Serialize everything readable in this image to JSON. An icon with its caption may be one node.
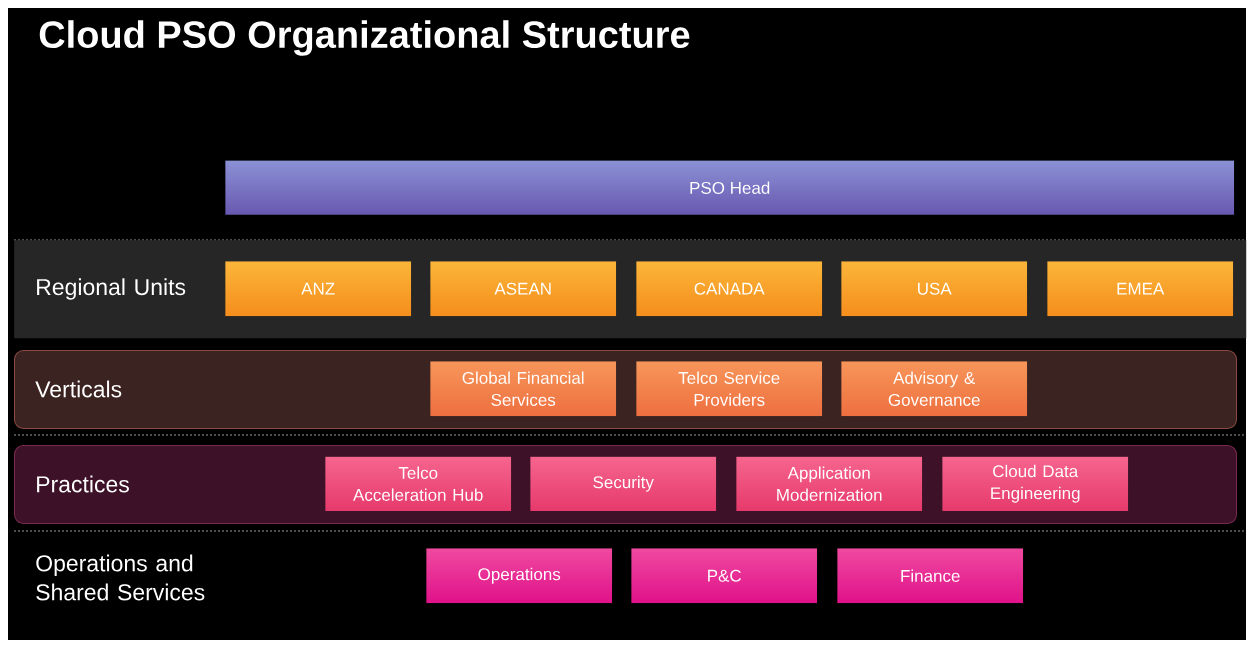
{
  "diagram": {
    "title": "Cloud PSO Organizational Structure",
    "nodes": [
      {
        "text": [
          "PSO Head"
        ]
      },
      {
        "text": [
          "Regional Units"
        ]
      },
      {
        "text": [
          "ANZ"
        ],
        "in": 1
      },
      {
        "text": [
          "ASEAN"
        ],
        "in": 1
      },
      {
        "text": [
          "CANADA"
        ],
        "in": 1
      },
      {
        "text": [
          "USA"
        ],
        "in": 1
      },
      {
        "text": [
          "EMEA"
        ],
        "in": 1
      },
      {
        "text": [
          "Verticals"
        ]
      },
      {
        "text": [
          "Global Financial Services"
        ],
        "in": 7
      },
      {
        "text": [
          "Telco Service Providers"
        ],
        "in": 7
      },
      {
        "text": [
          "Advisory & Governance"
        ],
        "in": 7
      },
      {
        "text": [
          "Practices"
        ]
      },
      {
        "text": [
          "Telco Acceleration Hub"
        ],
        "in": 11
      },
      {
        "text": [
          "Security"
        ],
        "in": 11
      },
      {
        "text": [
          "Application Modernization"
        ],
        "in": 11
      },
      {
        "text": [
          "Cloud Data Engineering"
        ],
        "in": 11
      },
      {
        "text": [
          "Operations and Shared Services"
        ]
      },
      {
        "text": [
          "Operations"
        ]
      },
      {
        "text": [
          "P&C"
        ]
      },
      {
        "text": [
          "Finance"
        ]
      }
    ],
    "edges": []
  }
}
